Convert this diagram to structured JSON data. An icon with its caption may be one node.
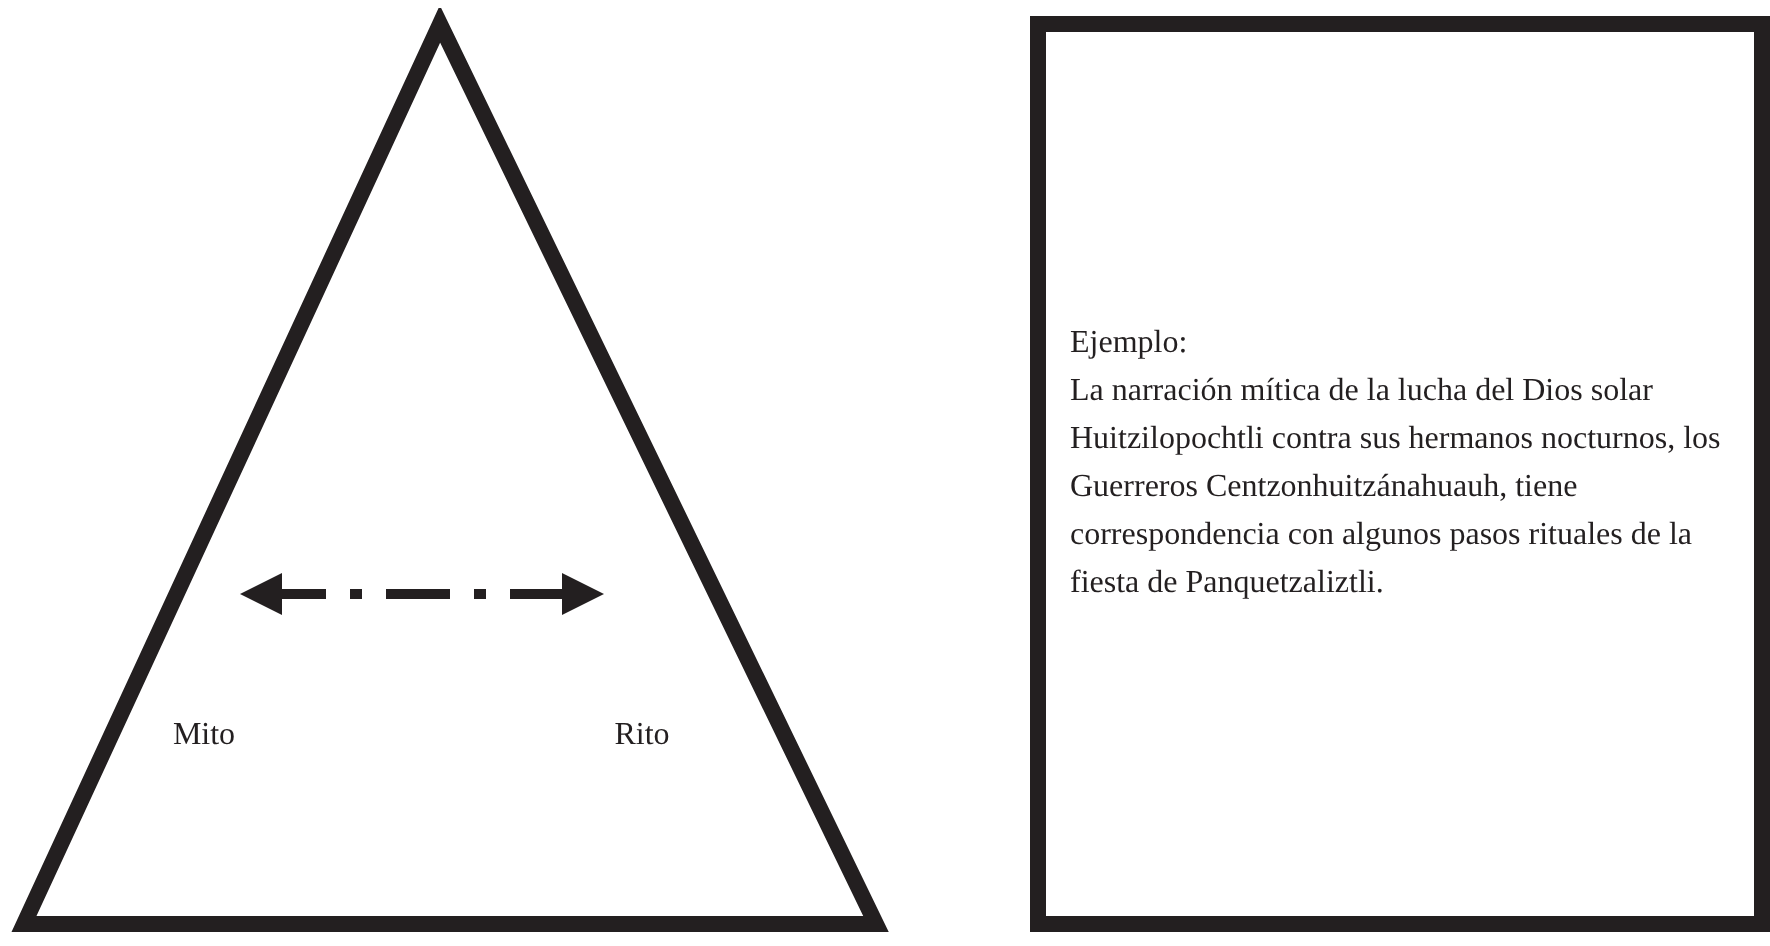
{
  "diagram": {
    "nodes": [
      {
        "text": [],
        "shape": "triangle"
      },
      {
        "text": [
          "Mito"
        ],
        "in": 0
      },
      {
        "text": [
          "Rito"
        ],
        "in": 0
      },
      {
        "text": [
          "Ejemplo:",
          "La narración mítica de la lucha del Dios solar Huitzilopochtli contra sus hermanos nocturnos, los Guerreros Centzonhuitzánahuauh, tiene correspondencia con algunos pasos rituales de la fiesta de Panquetzaliztli."
        ]
      }
    ],
    "edges": [
      {
        "from": 1,
        "to": 2,
        "arrow": "both",
        "style": "dashed"
      }
    ]
  }
}
